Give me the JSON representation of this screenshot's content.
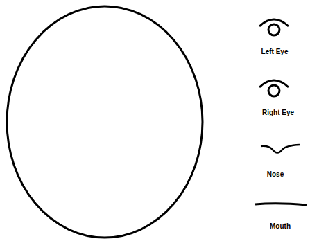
{
  "diagram": {
    "labels": [
      "Left Eye",
      "Right Eye",
      "Nose",
      "Mouth"
    ]
  }
}
